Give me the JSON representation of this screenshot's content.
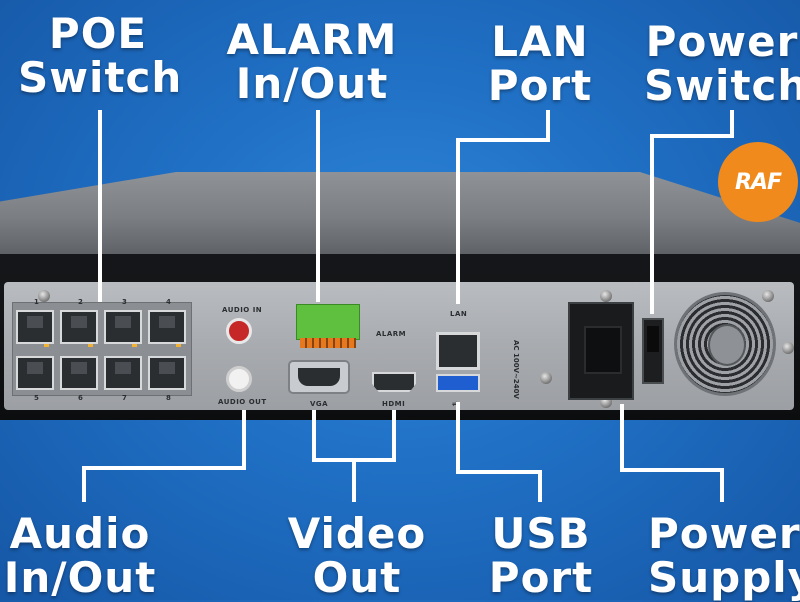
{
  "labels": {
    "poe": [
      "POE",
      "Switch"
    ],
    "alarm": [
      "ALARM",
      "In/Out"
    ],
    "lan": [
      "LAN",
      "Port"
    ],
    "power_switch": [
      "Power",
      "Switch"
    ],
    "audio": [
      "Audio",
      "In/Out"
    ],
    "video": [
      "Video",
      "Out"
    ],
    "usb": [
      "USB",
      "Port"
    ],
    "power_supply": [
      "Power",
      "Supply"
    ]
  },
  "panel_text": {
    "audio_in": "AUDIO IN",
    "audio_out": "AUDIO OUT",
    "alarm": "ALARM",
    "vga": "VGA",
    "hdmi": "HDMI",
    "lan": "LAN",
    "ac": "AC 100V~240V",
    "port_numbers_top": [
      "1",
      "2",
      "3",
      "4"
    ],
    "port_numbers_bottom": [
      "5",
      "6",
      "7",
      "8"
    ]
  },
  "logo": {
    "text": "RAF",
    "color": "#f08a1c"
  },
  "colors": {
    "background": "#1f6fc4",
    "label": "#ffffff",
    "line": "#ffffff"
  }
}
